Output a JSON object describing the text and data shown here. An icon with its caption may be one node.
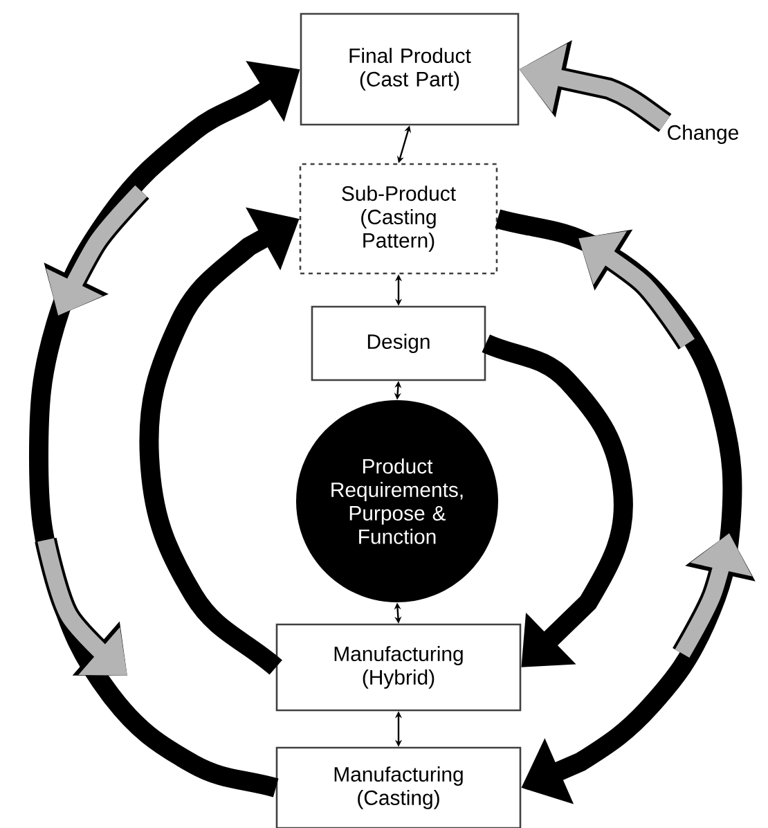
{
  "diagram": {
    "nodes": [
      {
        "text": [
          "Final Product (Cast Part)"
        ]
      },
      {
        "text": [
          "Sub-Product (Casting Pattern)"
        ]
      },
      {
        "text": [
          "Design"
        ]
      },
      {
        "text": [
          "Product Requirements, Purpose & Function"
        ]
      },
      {
        "text": [
          "Manufacturing (Hybrid)"
        ]
      },
      {
        "text": [
          "Manufacturing (Casting)"
        ]
      },
      {
        "text": [
          "Change"
        ]
      }
    ],
    "edges": [
      {
        "from": 0,
        "to": 1,
        "arrow": "both"
      },
      {
        "from": 1,
        "to": 2,
        "arrow": "both"
      },
      {
        "from": 2,
        "to": 3,
        "arrow": "both"
      },
      {
        "from": 3,
        "to": 4,
        "arrow": "both"
      },
      {
        "from": 4,
        "to": 5,
        "arrow": "both"
      },
      {
        "from": 5,
        "to": 0,
        "arrow": "to",
        "style": "thick"
      },
      {
        "from": 4,
        "to": 1,
        "arrow": "to",
        "style": "thick"
      },
      {
        "from": 2,
        "to": 4,
        "arrow": "to",
        "style": "thick"
      },
      {
        "from": 1,
        "to": 5,
        "arrow": "to",
        "style": "thick"
      },
      {
        "from": 6,
        "to": 0,
        "arrow": "to",
        "style": "thick",
        "color": "#b4b4b4"
      }
    ]
  }
}
